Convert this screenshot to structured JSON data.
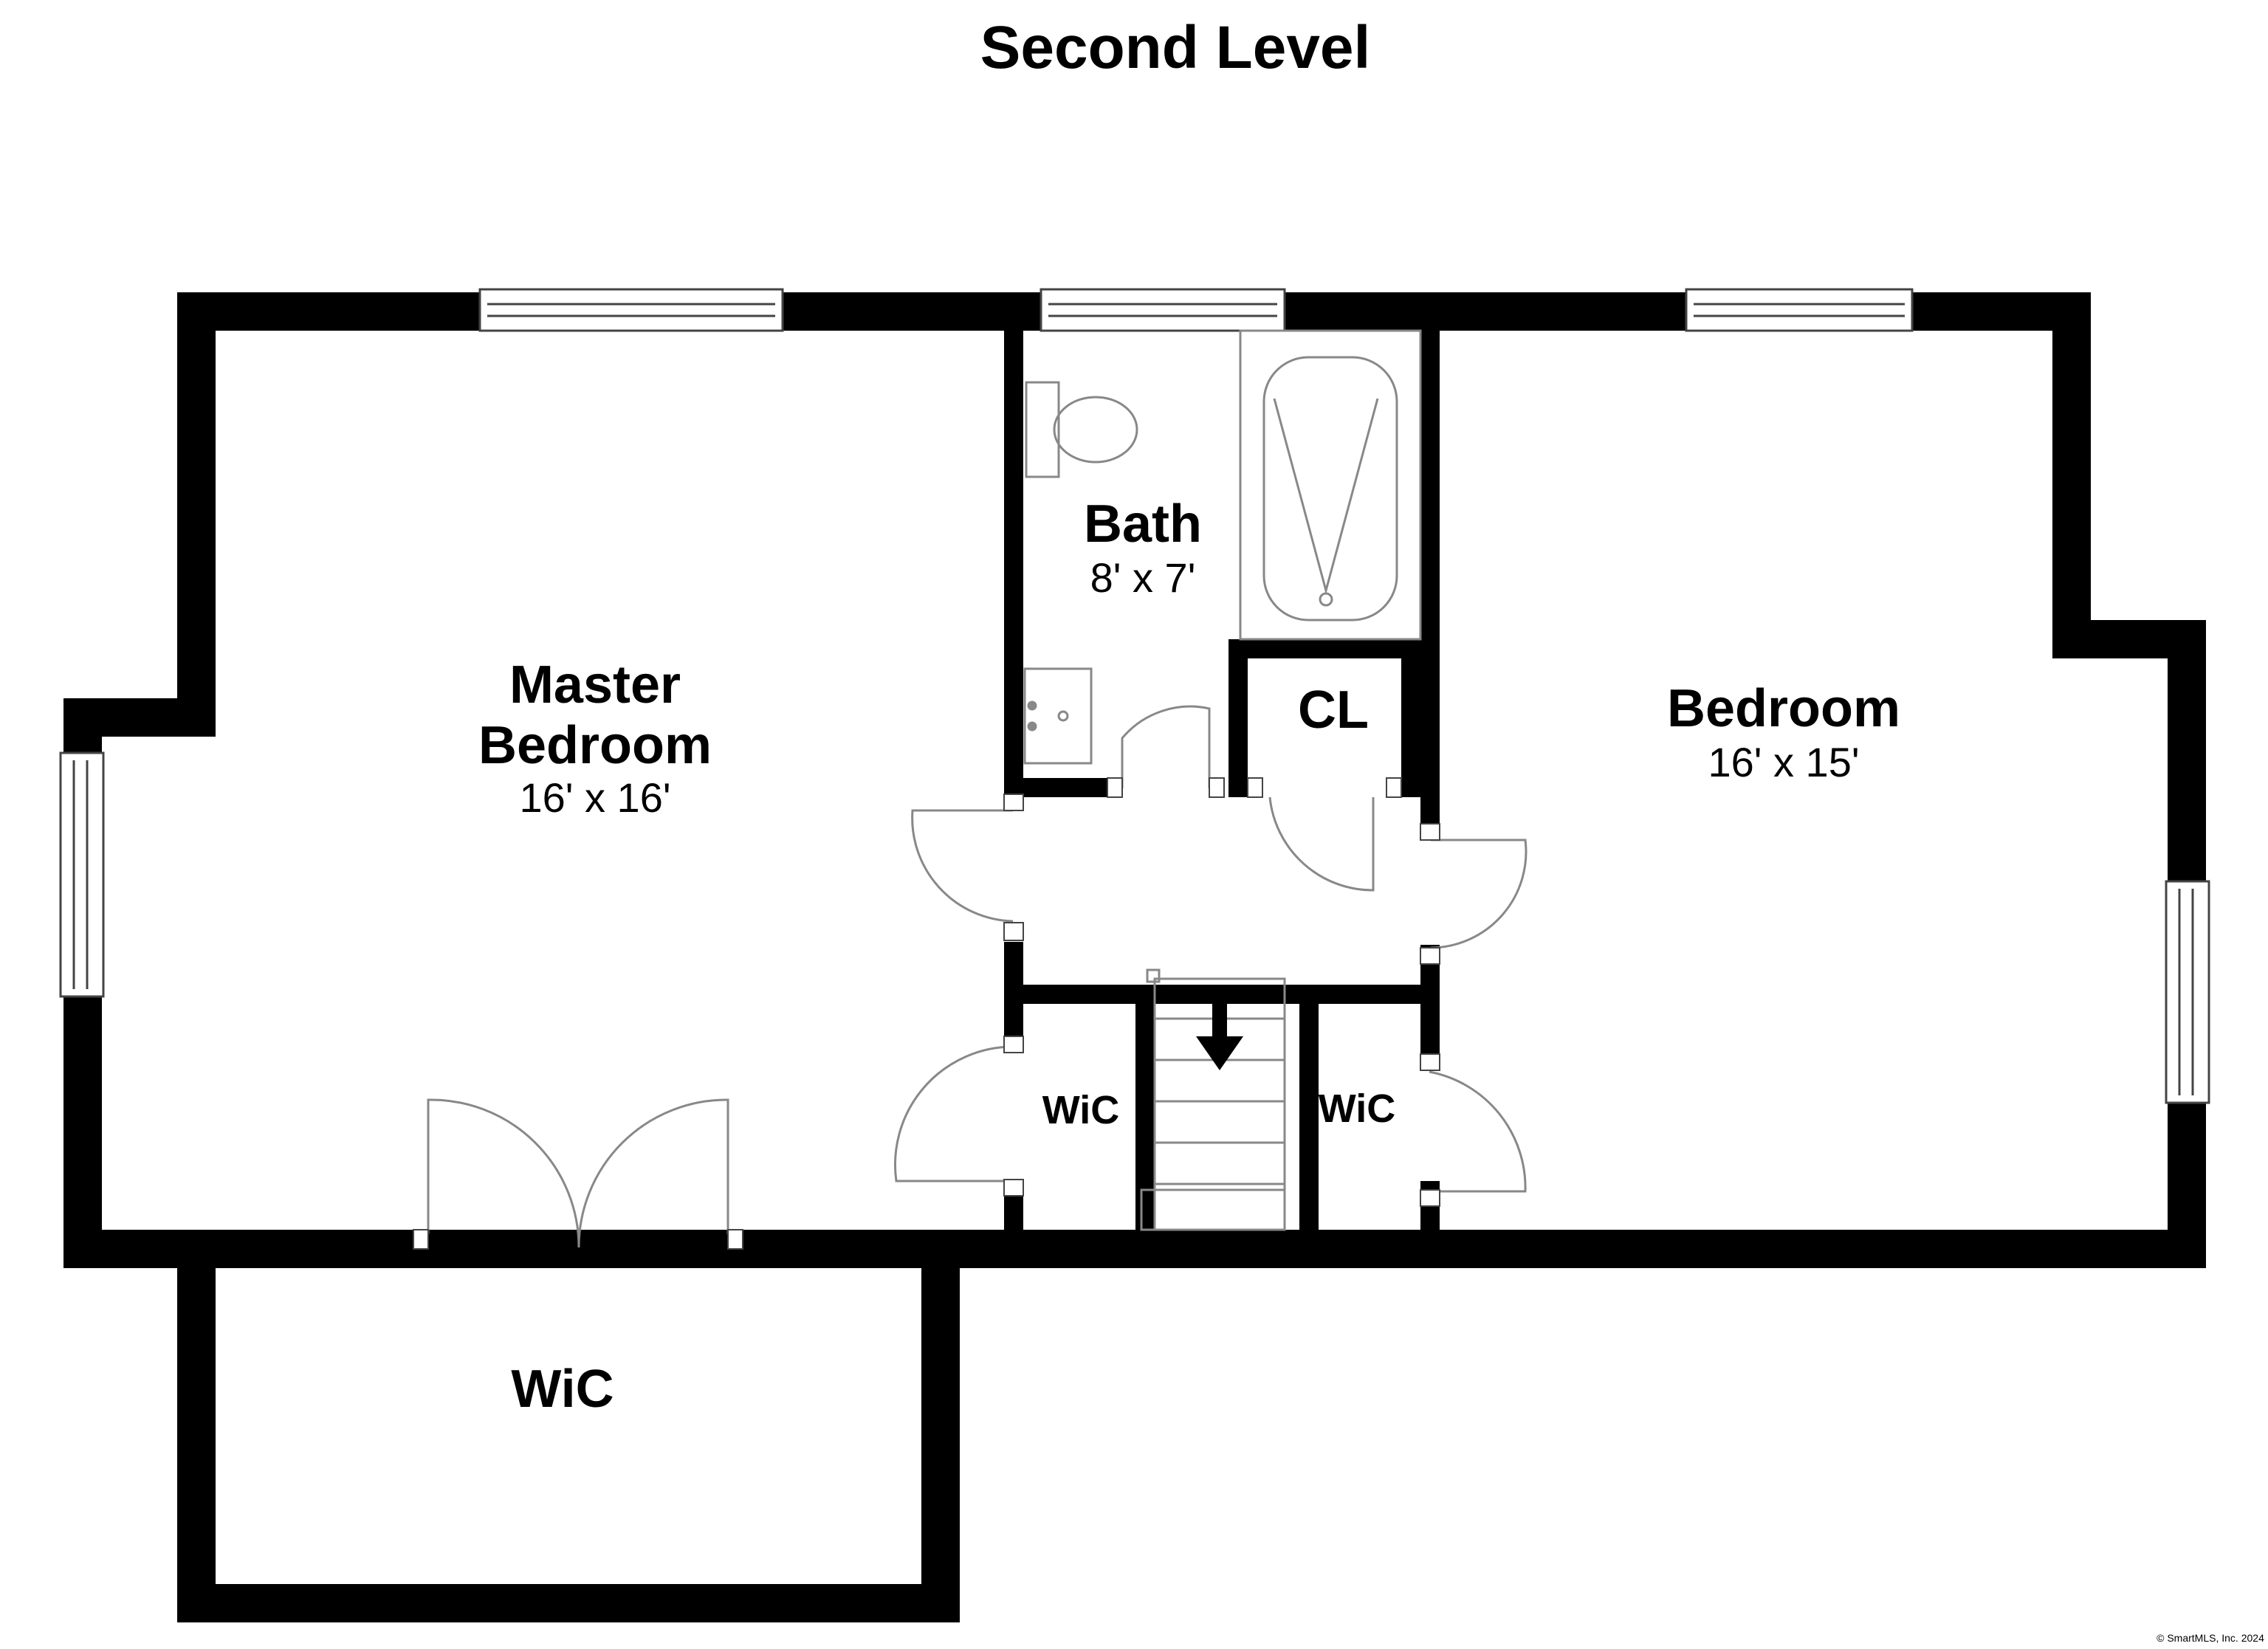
{
  "title": "Second Level",
  "rooms": {
    "master_bedroom": {
      "name_line1": "Master",
      "name_line2": "Bedroom",
      "dims": "16' x 16'"
    },
    "bath": {
      "name": "Bath",
      "dims": "8' x 7'"
    },
    "closet": {
      "name": "CL"
    },
    "bedroom": {
      "name": "Bedroom",
      "dims": "16' x 15'"
    },
    "wic_left": {
      "name": "WiC"
    },
    "wic_right": {
      "name": "WiC"
    },
    "wic_master": {
      "name": "WiC"
    }
  },
  "copyright": "© SmartMLS, Inc. 2024",
  "colors": {
    "wall": "#000000",
    "background": "#ffffff",
    "fixture_stroke": "#888888"
  }
}
